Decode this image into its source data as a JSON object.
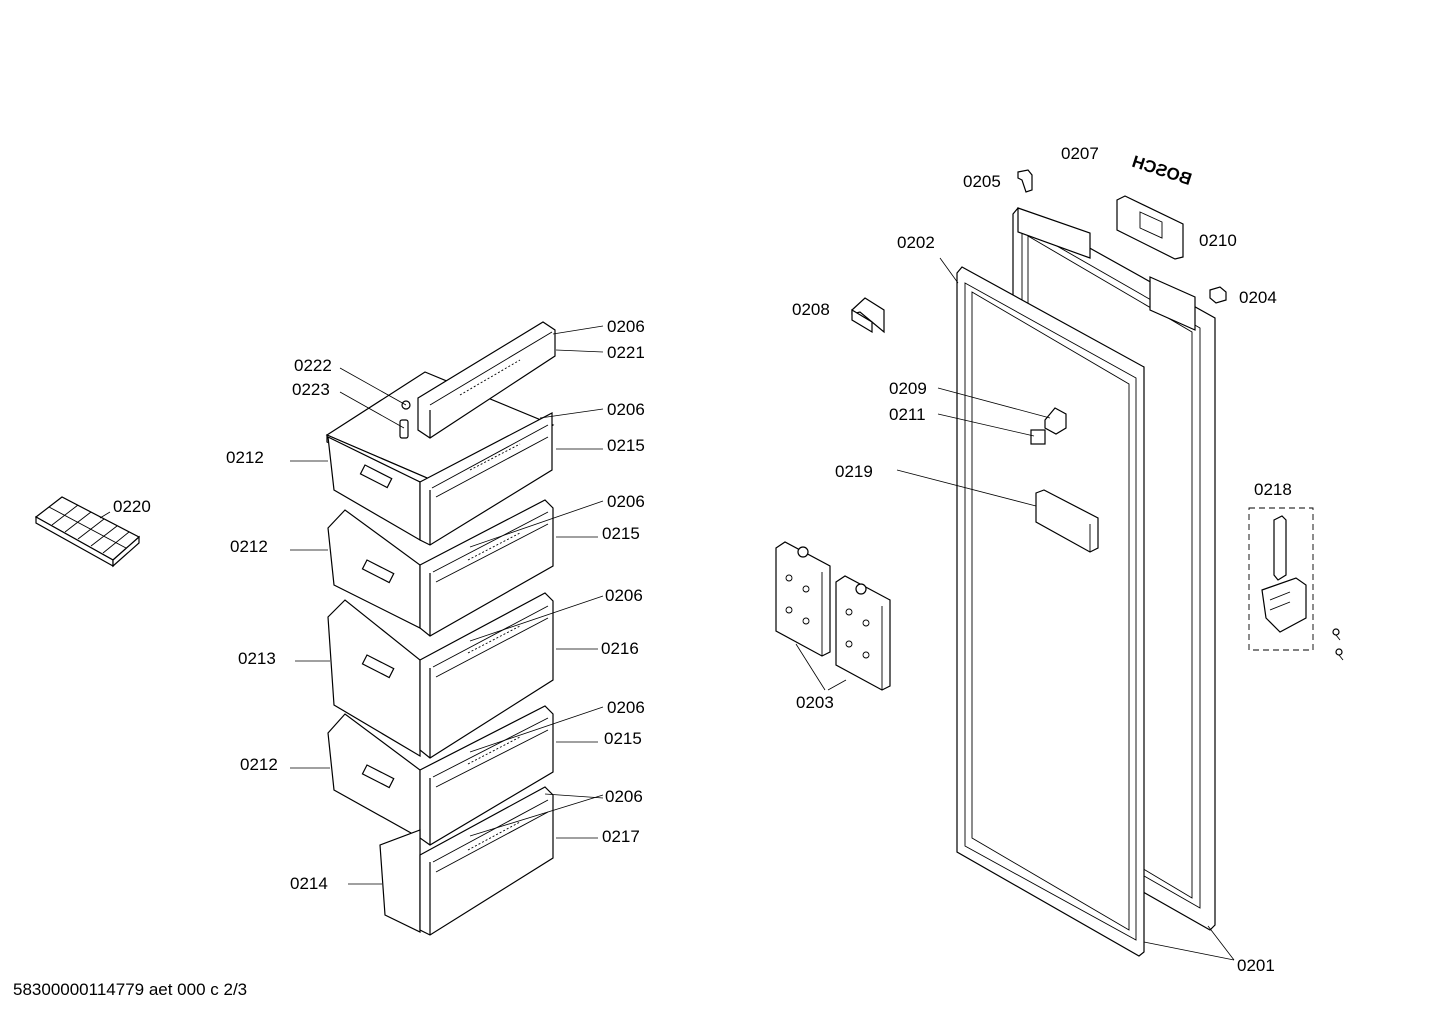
{
  "brand": "BOSCH",
  "footer": "58300000114779 aet 000 c 2/3",
  "callouts": {
    "c0201": "0201",
    "c0202": "0202",
    "c0203": "0203",
    "c0204": "0204",
    "c0205": "0205",
    "c0206a": "0206",
    "c0206b": "0206",
    "c0206c": "0206",
    "c0206d": "0206",
    "c0206e": "0206",
    "c0206f": "0206",
    "c0207": "0207",
    "c0208": "0208",
    "c0209": "0209",
    "c0210": "0210",
    "c0211": "0211",
    "c0212a": "0212",
    "c0212b": "0212",
    "c0212c": "0212",
    "c0213": "0213",
    "c0214": "0214",
    "c0215a": "0215",
    "c0215b": "0215",
    "c0215c": "0215",
    "c0216": "0216",
    "c0217": "0217",
    "c0218": "0218",
    "c0219": "0219",
    "c0220": "0220",
    "c0221": "0221",
    "c0222": "0222",
    "c0223": "0223"
  }
}
